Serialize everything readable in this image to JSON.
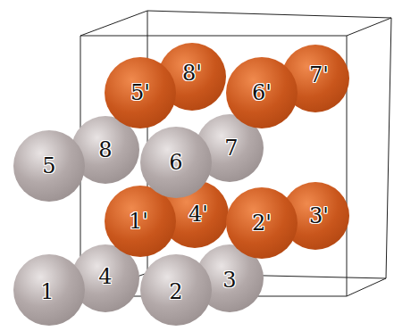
{
  "diagram": {
    "nodes": [
      {
        "text": [
          "1"
        ]
      },
      {
        "text": [
          "2"
        ]
      },
      {
        "text": [
          "3"
        ]
      },
      {
        "text": [
          "4"
        ]
      },
      {
        "text": [
          "5"
        ]
      },
      {
        "text": [
          "6"
        ]
      },
      {
        "text": [
          "7"
        ]
      },
      {
        "text": [
          "8"
        ]
      },
      {
        "text": [
          "1'"
        ]
      },
      {
        "text": [
          "2'"
        ]
      },
      {
        "text": [
          "3'"
        ]
      },
      {
        "text": [
          "4'"
        ]
      },
      {
        "text": [
          "5'"
        ]
      },
      {
        "text": [
          "6'"
        ]
      },
      {
        "text": [
          "7'"
        ]
      },
      {
        "text": [
          "8'"
        ]
      }
    ]
  }
}
